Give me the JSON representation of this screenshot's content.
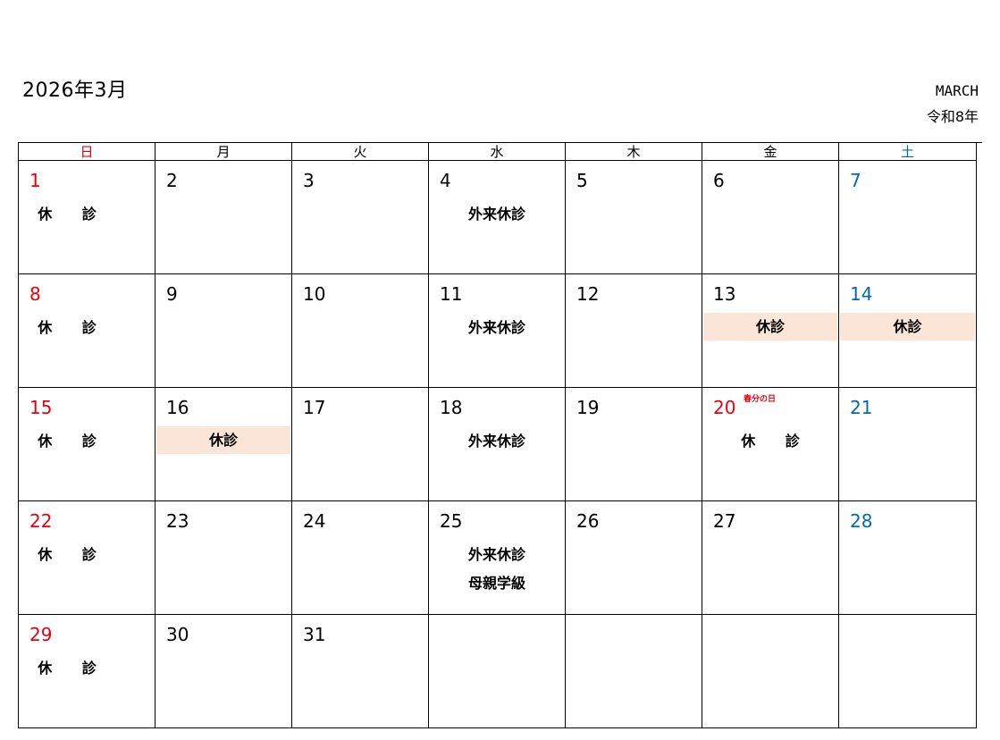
{
  "header": {
    "title": "2026年3月",
    "month_en": "MARCH",
    "era": "令和8年"
  },
  "weekdays": [
    "日",
    "月",
    "火",
    "水",
    "木",
    "金",
    "土"
  ],
  "weeks": [
    [
      {
        "day": "1",
        "notes": [
          "休 診"
        ]
      },
      {
        "day": "2",
        "notes": []
      },
      {
        "day": "3",
        "notes": []
      },
      {
        "day": "4",
        "notes": [
          "外来休診"
        ]
      },
      {
        "day": "5",
        "notes": []
      },
      {
        "day": "6",
        "notes": []
      },
      {
        "day": "7",
        "notes": []
      }
    ],
    [
      {
        "day": "8",
        "notes": [
          "休 診"
        ]
      },
      {
        "day": "9",
        "notes": []
      },
      {
        "day": "10",
        "notes": []
      },
      {
        "day": "11",
        "notes": [
          "外来休診"
        ]
      },
      {
        "day": "12",
        "notes": []
      },
      {
        "day": "13",
        "band": "休診"
      },
      {
        "day": "14",
        "band": "休診"
      }
    ],
    [
      {
        "day": "15",
        "notes": [
          "休 診"
        ]
      },
      {
        "day": "16",
        "band": "休診"
      },
      {
        "day": "17",
        "notes": []
      },
      {
        "day": "18",
        "notes": [
          "外来休診"
        ]
      },
      {
        "day": "19",
        "notes": []
      },
      {
        "day": "20",
        "holiday": "春分の日",
        "notes": [
          "休 診"
        ]
      },
      {
        "day": "21",
        "notes": []
      }
    ],
    [
      {
        "day": "22",
        "notes": [
          "休 診"
        ]
      },
      {
        "day": "23",
        "notes": []
      },
      {
        "day": "24",
        "notes": []
      },
      {
        "day": "25",
        "notes": [
          "外来休診",
          "母親学級"
        ]
      },
      {
        "day": "26",
        "notes": []
      },
      {
        "day": "27",
        "notes": []
      },
      {
        "day": "28",
        "notes": []
      }
    ],
    [
      {
        "day": "29",
        "notes": [
          "休 診"
        ]
      },
      {
        "day": "30",
        "notes": []
      },
      {
        "day": "31",
        "notes": []
      },
      {
        "day": "",
        "notes": []
      },
      {
        "day": "",
        "notes": []
      },
      {
        "day": "",
        "notes": []
      },
      {
        "day": "",
        "notes": []
      }
    ]
  ],
  "colors": {
    "sunday": "#e60012",
    "saturday": "#0068b7",
    "closed_band": "#fbe5d6"
  }
}
